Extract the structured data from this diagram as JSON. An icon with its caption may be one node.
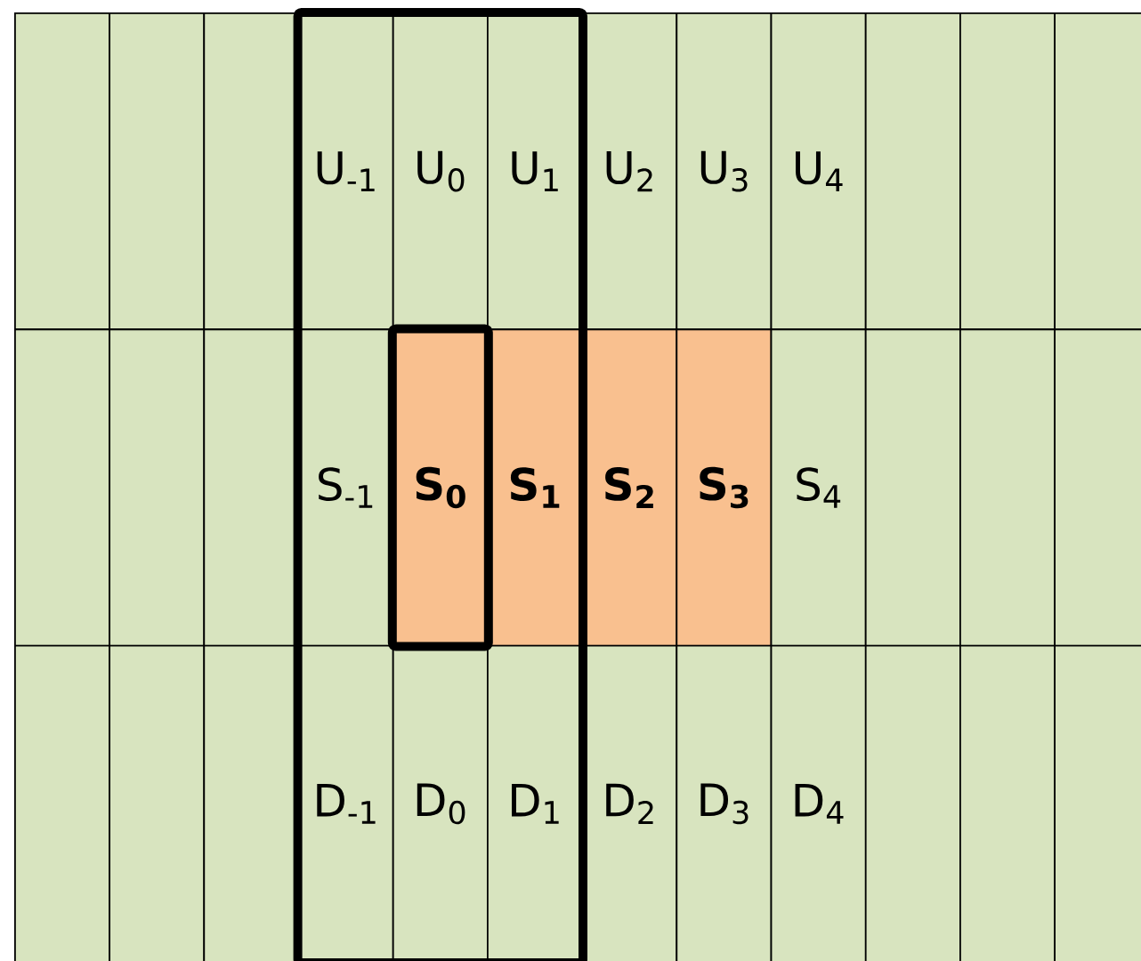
{
  "diagram": {
    "nodes": [
      {
        "text": [],
        "shape": "box"
      },
      {
        "text": [],
        "shape": "box"
      },
      {
        "text": [],
        "shape": "box"
      },
      {
        "text": [],
        "shape": "box"
      },
      {
        "text": [
          "U$_{-1}$"
        ],
        "in": 0
      },
      {
        "text": [
          "U$_{0}$"
        ],
        "in": 0
      },
      {
        "text": [
          "U$_{1}$"
        ],
        "in": 0
      },
      {
        "text": [
          "U$_{2}$"
        ]
      },
      {
        "text": [
          "U$_{3}$"
        ]
      },
      {
        "text": [
          "U$_{4}$"
        ]
      },
      {
        "text": [],
        "shape": "box"
      },
      {
        "text": [],
        "shape": "box"
      },
      {
        "text": [],
        "shape": "box"
      },
      {
        "text": [],
        "shape": "box",
        "in": 0
      },
      {
        "text": [],
        "shape": "box"
      },
      {
        "text": [],
        "shape": "box"
      },
      {
        "text": [],
        "shape": "box"
      },
      {
        "text": [
          "S$_{-1}$"
        ],
        "in": 0
      },
      {
        "text": [
          "S$_{0}$"
        ],
        "in": 13
      },
      {
        "text": [
          "S$_{1}$"
        ],
        "in": 0
      },
      {
        "text": [
          "S$_{2}$"
        ]
      },
      {
        "text": [
          "S$_{3}$"
        ]
      },
      {
        "text": [
          "S$_{4}$"
        ]
      },
      {
        "text": [],
        "shape": "box"
      },
      {
        "text": [],
        "shape": "box"
      },
      {
        "text": [],
        "shape": "box"
      },
      {
        "text": [],
        "shape": "box"
      },
      {
        "text": [],
        "shape": "box"
      },
      {
        "text": [],
        "shape": "box"
      },
      {
        "text": [
          "D$_{-1}$"
        ],
        "in": 0
      },
      {
        "text": [
          "D$_{0}$"
        ],
        "in": 0
      },
      {
        "text": [
          "D$_{1}$"
        ],
        "in": 0
      },
      {
        "text": [
          "D$_{2}$"
        ]
      },
      {
        "text": [
          "D$_{3}$"
        ]
      },
      {
        "text": [
          "D$_{4}$"
        ]
      },
      {
        "text": [],
        "shape": "box"
      },
      {
        "text": [],
        "shape": "box"
      },
      {
        "text": [],
        "shape": "box"
      }
    ]
  }
}
